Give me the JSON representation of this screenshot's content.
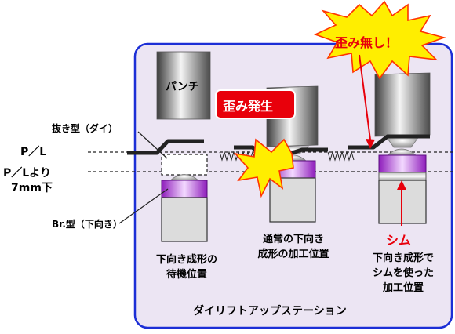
{
  "labels": {
    "punch": "パンチ",
    "distortion_occurs": "歪み発生",
    "no_distortion": "歪み無し！",
    "die": "抜き型（ダイ）",
    "pl": "P／L",
    "pl_below_line1": "P／Lより",
    "pl_below_line2": "7mm下",
    "br_die": "Br.型（下向き）",
    "shim": "シム",
    "station": "ダイリフトアップステーション"
  },
  "captions": {
    "left": [
      "下向き成形の",
      "待機位置"
    ],
    "middle": [
      "通常の下向き",
      "成形の加工位置"
    ],
    "right": [
      "下向き成形で",
      "シムを使った",
      "加工位置"
    ]
  },
  "colors": {
    "panel_fill": "#ece5f3",
    "panel_border": "#1c2fd6",
    "die_purple": "#8e1cbb",
    "starburst": "#ffee00",
    "starburst_border": "#ff3300",
    "accent_red": "#e8000b"
  }
}
